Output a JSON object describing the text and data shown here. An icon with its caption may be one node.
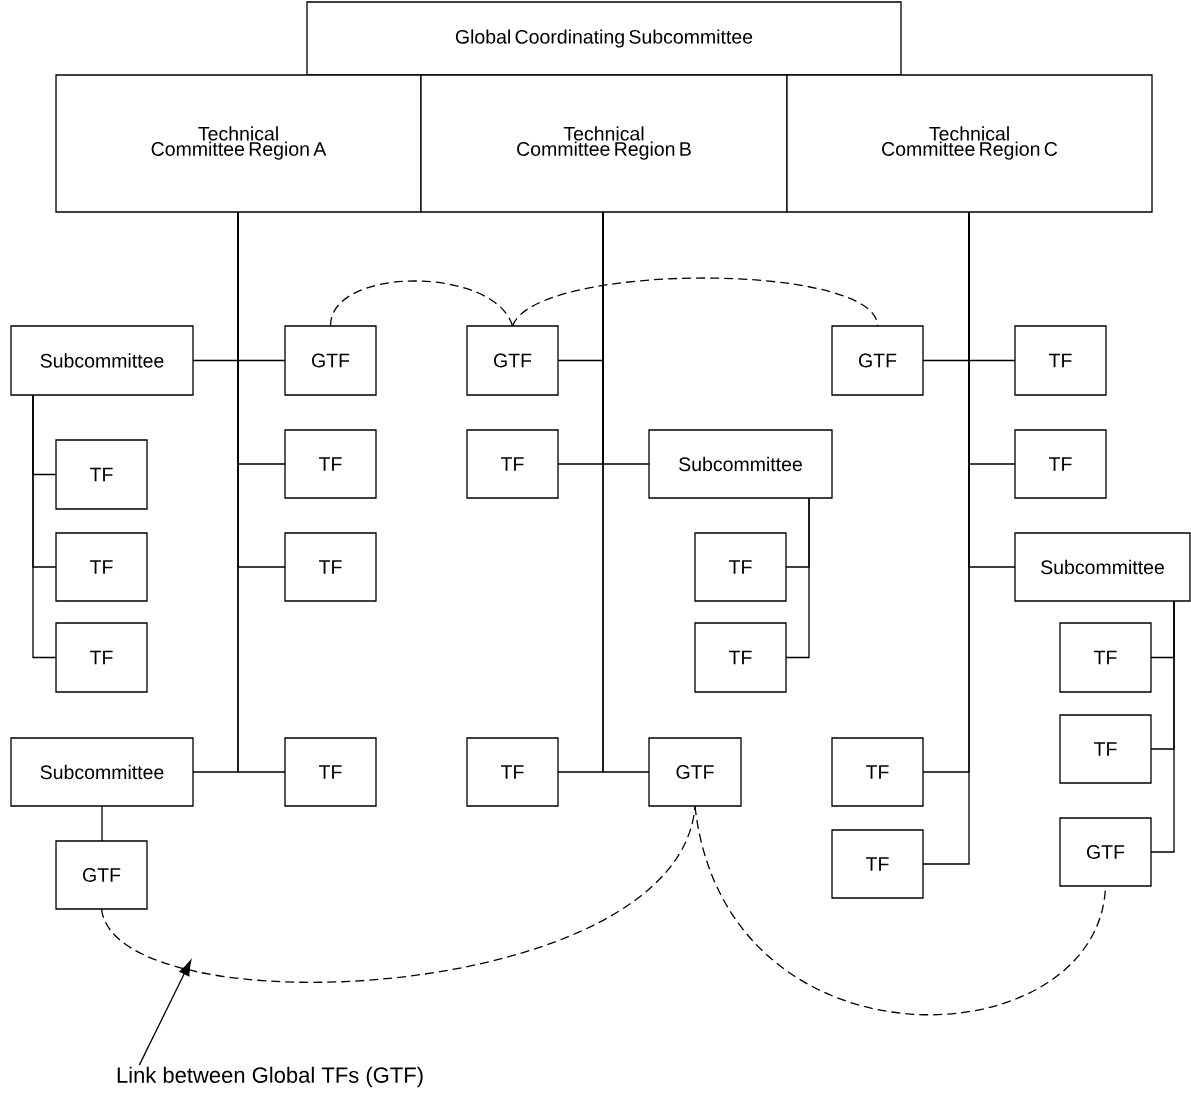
{
  "diagram": {
    "nodes": [
      {
        "text": [
          "Global Coordinating Subcommittee"
        ]
      },
      {
        "text": [
          "Technical Committee Region A"
        ]
      },
      {
        "text": [
          "Technical Committee Region B"
        ]
      },
      {
        "text": [
          "Technical Committee Region C"
        ]
      },
      {
        "text": [
          "Subcommittee"
        ]
      },
      {
        "text": [
          "GTF"
        ]
      },
      {
        "text": [
          "GTF"
        ]
      },
      {
        "text": [
          "GTF"
        ]
      },
      {
        "text": [
          "TF"
        ]
      },
      {
        "text": [
          "TF"
        ]
      },
      {
        "text": [
          "TF"
        ]
      },
      {
        "text": [
          "TF"
        ]
      },
      {
        "text": [
          "Subcommittee"
        ]
      },
      {
        "text": [
          "TF"
        ]
      },
      {
        "text": [
          "TF"
        ]
      },
      {
        "text": [
          "TF"
        ]
      },
      {
        "text": [
          "TF"
        ]
      },
      {
        "text": [
          "Subcommittee"
        ]
      },
      {
        "text": [
          "TF"
        ]
      },
      {
        "text": [
          "TF"
        ]
      },
      {
        "text": [
          "TF"
        ]
      },
      {
        "text": [
          "TF"
        ]
      },
      {
        "text": [
          "Subcommittee"
        ]
      },
      {
        "text": [
          "TF"
        ]
      },
      {
        "text": [
          "TF"
        ]
      },
      {
        "text": [
          "GTF"
        ]
      },
      {
        "text": [
          "TF"
        ]
      },
      {
        "text": [
          "GTF"
        ]
      },
      {
        "text": [
          "GTF"
        ]
      },
      {
        "text": [
          "TF"
        ]
      },
      {
        "text": [
          "Link between Global TFs (GTF)"
        ]
      }
    ],
    "edges": [
      {
        "from": 1,
        "to": 4,
        "arrow": "none"
      },
      {
        "from": 1,
        "to": 5,
        "arrow": "none"
      },
      {
        "from": 2,
        "to": 6,
        "arrow": "none"
      },
      {
        "from": 3,
        "to": 7,
        "arrow": "none"
      },
      {
        "from": 3,
        "to": 8,
        "arrow": "none"
      },
      {
        "from": 4,
        "to": 9,
        "arrow": "none"
      },
      {
        "from": 1,
        "to": 10,
        "arrow": "none"
      },
      {
        "from": 2,
        "to": 11,
        "arrow": "none"
      },
      {
        "from": 2,
        "to": 12,
        "arrow": "none"
      },
      {
        "from": 3,
        "to": 13,
        "arrow": "none"
      },
      {
        "from": 4,
        "to": 14,
        "arrow": "none"
      },
      {
        "from": 1,
        "to": 15,
        "arrow": "none"
      },
      {
        "from": 12,
        "to": 16,
        "arrow": "none"
      },
      {
        "from": 3,
        "to": 17,
        "arrow": "none"
      },
      {
        "from": 4,
        "to": 18,
        "arrow": "none"
      },
      {
        "from": 12,
        "to": 19,
        "arrow": "none"
      },
      {
        "from": 17,
        "to": 20,
        "arrow": "none"
      },
      {
        "from": 17,
        "to": 21,
        "arrow": "none"
      },
      {
        "from": 1,
        "to": 22,
        "arrow": "none"
      },
      {
        "from": 1,
        "to": 23,
        "arrow": "none"
      },
      {
        "from": 2,
        "to": 24,
        "arrow": "none"
      },
      {
        "from": 2,
        "to": 25,
        "arrow": "none"
      },
      {
        "from": 3,
        "to": 26,
        "arrow": "none"
      },
      {
        "from": 17,
        "to": 27,
        "arrow": "none"
      },
      {
        "from": 22,
        "to": 28,
        "arrow": "none"
      },
      {
        "from": 3,
        "to": 29,
        "arrow": "none"
      },
      {
        "from": 5,
        "to": 6,
        "arrow": "none",
        "style": "dashed"
      },
      {
        "from": 6,
        "to": 7,
        "arrow": "none",
        "style": "dashed"
      },
      {
        "from": 28,
        "to": 25,
        "arrow": "none",
        "style": "dashed"
      },
      {
        "from": 25,
        "to": 27,
        "arrow": "none",
        "style": "dashed"
      },
      {
        "from": 30,
        "to": null,
        "arrow": "to"
      }
    ]
  }
}
